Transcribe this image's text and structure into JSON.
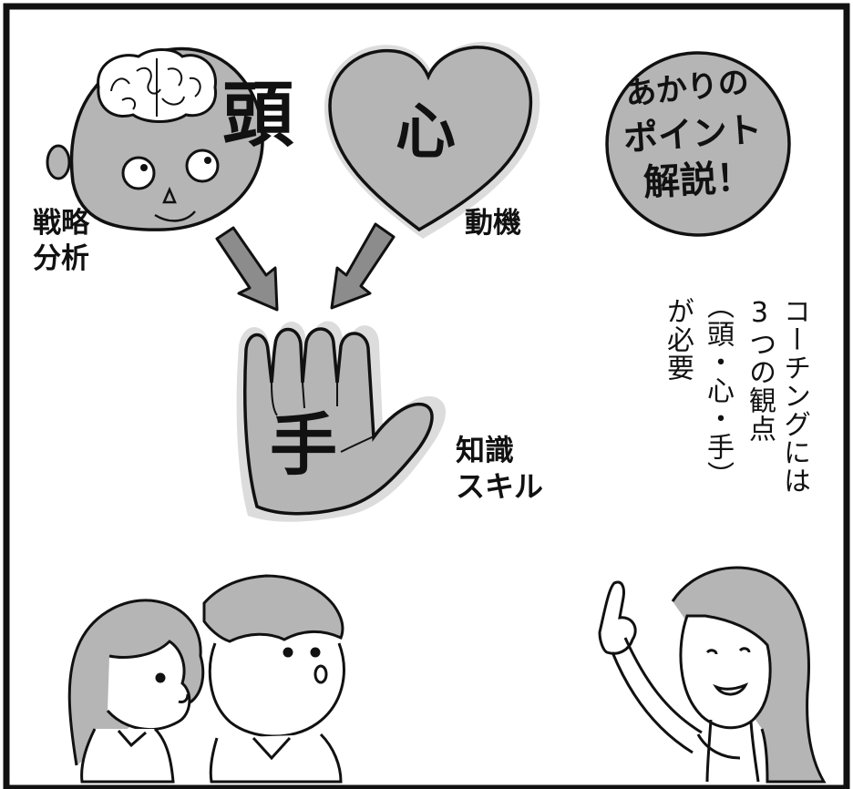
{
  "concepts": {
    "head": {
      "char": "頭",
      "label": "戦略\n分析"
    },
    "heart": {
      "char": "心",
      "label": "動機"
    },
    "hand": {
      "char": "手",
      "label": "知識\nスキル"
    }
  },
  "badge": {
    "line1": "あかりの",
    "line2": "ポイント",
    "line3": "解説！"
  },
  "note": {
    "col1": "コーチングには",
    "col2": "3つの観点",
    "col3": "（頭・心・手）",
    "col4": "が必要"
  },
  "colors": {
    "fill_gray": "#b5b5b5",
    "light_gray": "#dcdcdc",
    "ink": "#111111"
  }
}
